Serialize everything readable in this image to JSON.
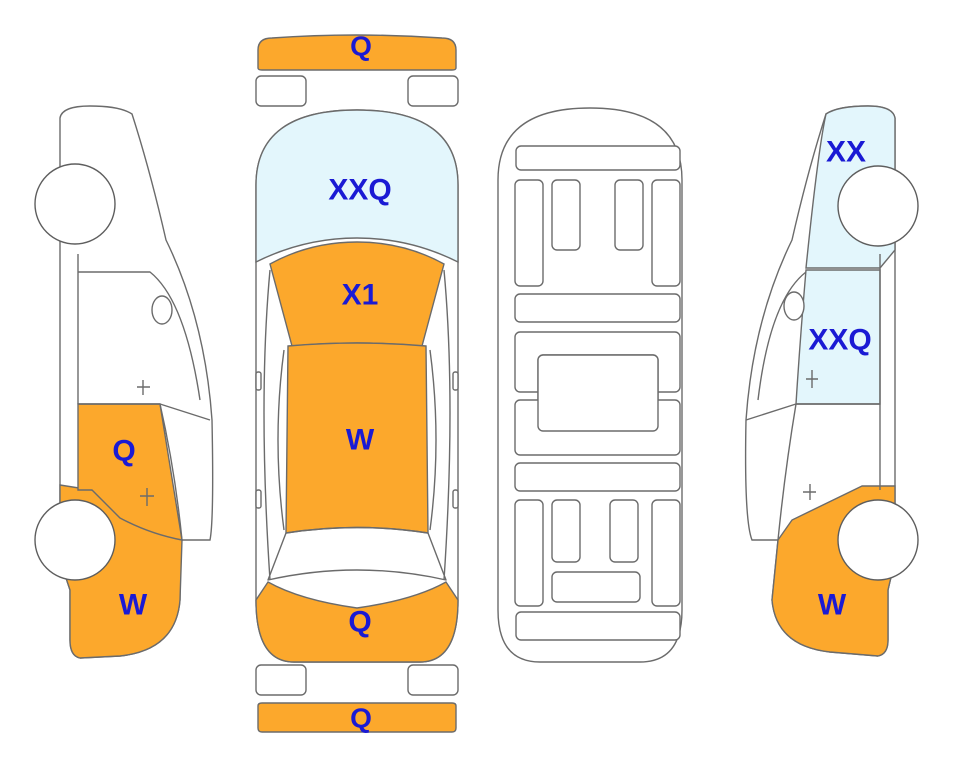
{
  "colors": {
    "orange": "#fca82c",
    "light_blue": "#e3f6fc",
    "outline": "#6b6b6b",
    "label": "#1a1ad4"
  },
  "views": {
    "top": {
      "front_bumper": {
        "label": "Q",
        "color": "orange"
      },
      "hood": {
        "label": "XXQ",
        "color": "light_blue"
      },
      "windshield": {
        "label": "X1",
        "color": "orange"
      },
      "roof": {
        "label": "W",
        "color": "orange"
      },
      "trunk": {
        "label": "Q",
        "color": "orange"
      },
      "rear_bumper": {
        "label": "Q",
        "color": "orange"
      }
    },
    "left_side": {
      "rear_door": {
        "label": "Q",
        "color": "orange"
      },
      "rear_quarter": {
        "label": "W",
        "color": "orange"
      }
    },
    "right_side": {
      "front_fender": {
        "label": "XX",
        "color": "light_blue"
      },
      "front_door": {
        "label": "XXQ",
        "color": "light_blue"
      },
      "rear_quarter": {
        "label": "W",
        "color": "orange"
      }
    }
  }
}
